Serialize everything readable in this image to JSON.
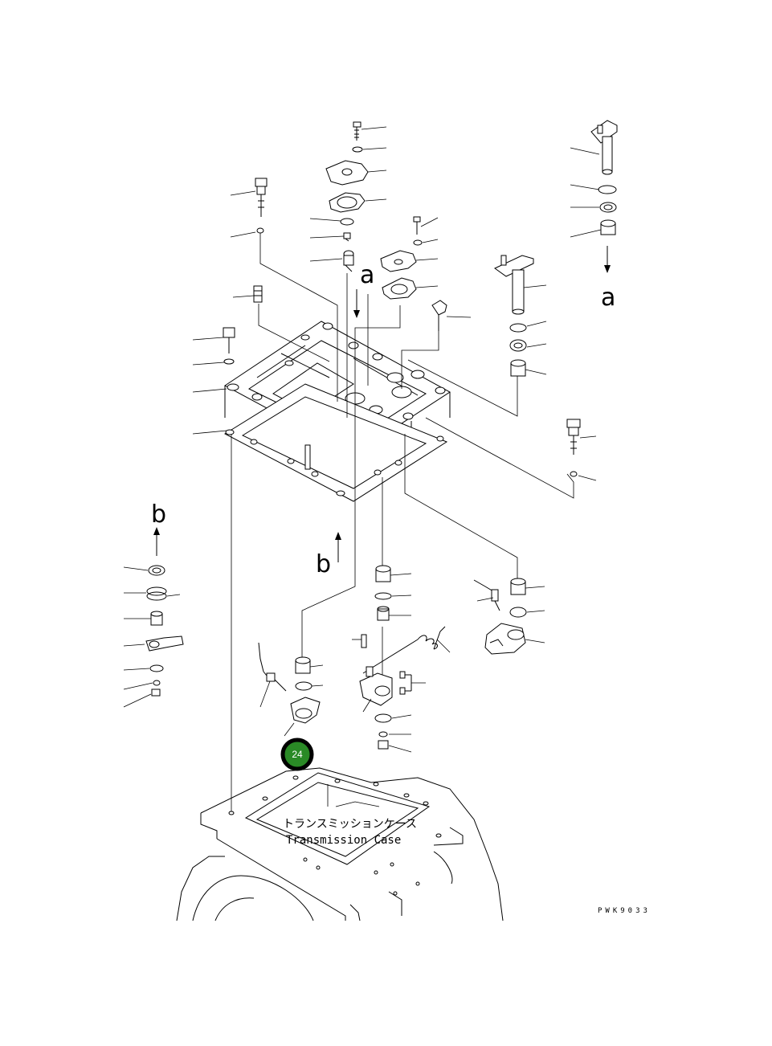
{
  "caption": {
    "japanese": "トランスミッションケース",
    "english": "Transmission Case"
  },
  "drawing_code": "PWK9033",
  "ref_markers": {
    "a_upper": "a",
    "a_right": "a",
    "b_left": "b",
    "b_center": "b"
  },
  "callout": {
    "number": "24",
    "color": "#2a8a26"
  }
}
